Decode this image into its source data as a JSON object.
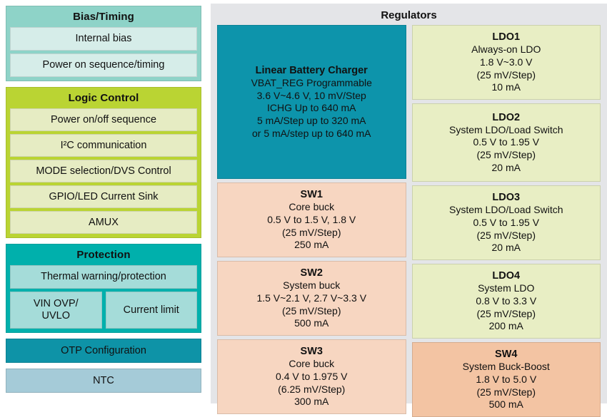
{
  "colors": {
    "bias_header": "#8ed3c8",
    "bias_item": "#d6ede9",
    "logic_header": "#bad433",
    "logic_item": "#e6ecc3",
    "protection_header": "#00b0ac",
    "protection_item": "#a5dcd9",
    "otp": "#0e93a7",
    "ntc": "#a5cbd8",
    "panel_bg": "#e4e5e8",
    "charger": "#0d94ab",
    "switcher": "#f7d6c1",
    "switcher_sw4": "#f3c4a3",
    "ldo": "#e8eec4"
  },
  "left": {
    "groups": [
      {
        "title": "Bias/Timing",
        "items": [
          {
            "label": "Internal bias"
          },
          {
            "label": "Power on sequence/timing"
          }
        ]
      },
      {
        "title": "Logic Control",
        "items": [
          {
            "label": "Power on/off sequence"
          },
          {
            "label": "I²C communication"
          },
          {
            "label": "MODE selection/DVS Control"
          },
          {
            "label": "GPIO/LED Current Sink"
          },
          {
            "label": "AMUX"
          }
        ]
      },
      {
        "title": "Protection",
        "items": [
          {
            "label": "Thermal warning/protection"
          }
        ],
        "row_items": [
          {
            "label": "VIN OVP/\nUVLO"
          },
          {
            "label": "Current limit"
          }
        ]
      }
    ],
    "standalone": [
      {
        "label": "OTP Configuration"
      },
      {
        "label": "NTC"
      }
    ]
  },
  "regulators": {
    "title": "Regulators",
    "left_column": [
      {
        "name": "Linear Battery Charger",
        "lines": [
          "VBAT_REG Programmable",
          "3.6 V~4.6 V, 10 mV/Step",
          "ICHG Up to 640 mA",
          "5 mA/Step up to 320 mA",
          "or 5 mA/step up to 640 mA"
        ]
      },
      {
        "name": "SW1",
        "lines": [
          "Core buck",
          "0.5 V to 1.5 V, 1.8 V",
          "(25 mV/Step)",
          "250 mA"
        ]
      },
      {
        "name": "SW2",
        "lines": [
          "System buck",
          "1.5 V~2.1 V, 2.7 V~3.3 V",
          "(25 mV/Step)",
          "500 mA"
        ]
      },
      {
        "name": "SW3",
        "lines": [
          "Core buck",
          "0.4 V to 1.975 V",
          "(6.25 mV/Step)",
          "300 mA"
        ]
      }
    ],
    "right_column": [
      {
        "name": "LDO1",
        "lines": [
          "Always-on LDO",
          "1.8 V~3.0 V",
          "(25 mV/Step)",
          "10 mA"
        ]
      },
      {
        "name": "LDO2",
        "lines": [
          "System LDO/Load Switch",
          "0.5 V to 1.95 V",
          "(25 mV/Step)",
          "20 mA"
        ]
      },
      {
        "name": "LDO3",
        "lines": [
          "System LDO/Load Switch",
          "0.5 V to 1.95 V",
          "(25 mV/Step)",
          "20 mA"
        ]
      },
      {
        "name": "LDO4",
        "lines": [
          "System LDO",
          "0.8 V to 3.3 V",
          "(25 mV/Step)",
          "200 mA"
        ]
      },
      {
        "name": "SW4",
        "lines": [
          "System Buck-Boost",
          "1.8 V to 5.0 V",
          "(25 mV/Step)",
          "500 mA"
        ]
      }
    ]
  }
}
